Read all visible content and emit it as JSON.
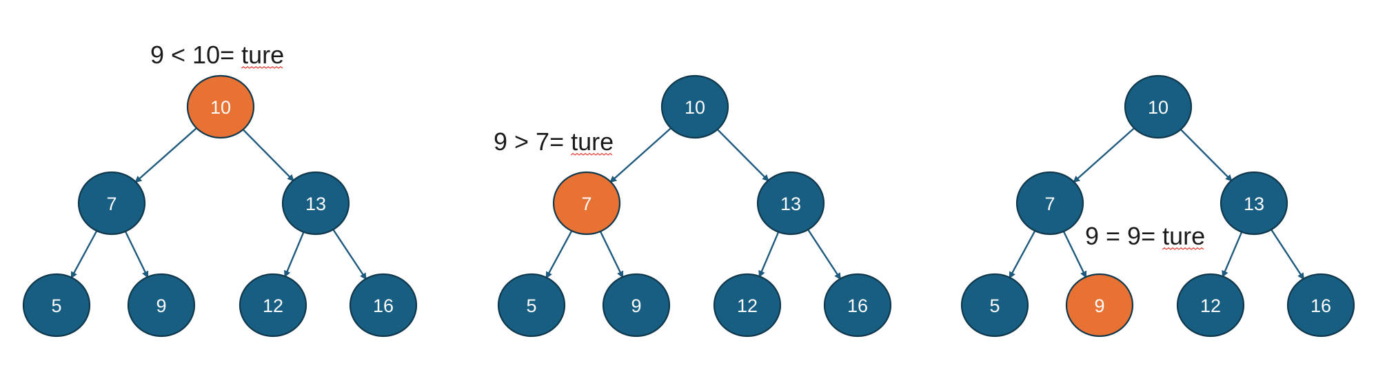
{
  "colors": {
    "node_fill": "#175e82",
    "node_stroke": "#10384d",
    "highlight_fill": "#e87234",
    "edge": "#1e5a7d",
    "caption_text": "#1a1a1a",
    "spellcheck_underline": "#e0443a"
  },
  "panels": [
    {
      "caption": {
        "lhs": "9 < 10= ",
        "word": "ture"
      },
      "highlight": "root",
      "nodes": {
        "root": "10",
        "l": "7",
        "r": "13",
        "ll": "5",
        "lr": "9",
        "rl": "12",
        "rr": "16"
      }
    },
    {
      "caption": {
        "lhs": "9 > 7= ",
        "word": "ture"
      },
      "highlight": "l",
      "nodes": {
        "root": "10",
        "l": "7",
        "r": "13",
        "ll": "5",
        "lr": "9",
        "rl": "12",
        "rr": "16"
      }
    },
    {
      "caption": {
        "lhs": "9 = 9= ",
        "word": "ture"
      },
      "highlight": "lr",
      "nodes": {
        "root": "10",
        "l": "7",
        "r": "13",
        "ll": "5",
        "lr": "9",
        "rl": "12",
        "rr": "16"
      }
    }
  ]
}
